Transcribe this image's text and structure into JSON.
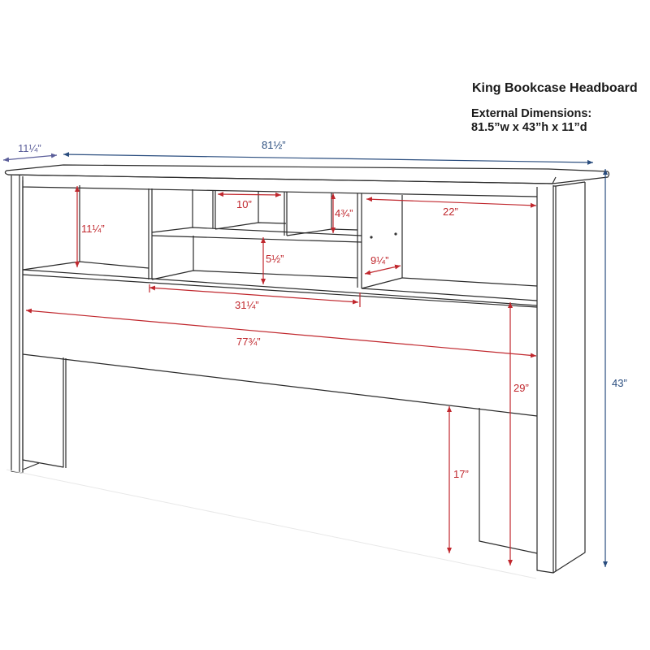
{
  "header": {
    "title": "King Bookcase Headboard",
    "external_label": "External Dimensions:",
    "external_value": "81.5”w x 43”h x 11”d"
  },
  "colors": {
    "interior_dimension": "#c0272d",
    "exterior_dimension": "#2a4d7e",
    "depth_dimension": "#5b5e9a",
    "outline": "#2b2b2b"
  },
  "dimensions": {
    "depth": "11¼”",
    "width": "81½”",
    "height": "43”",
    "left_cubby_height": "11¼”",
    "small_cubby_width": "10”",
    "small_cubby_height": "4¾”",
    "center_shelf_height": "5½”",
    "divider_depth": "9¼”",
    "right_cubby_width": "22”",
    "center_section_width": "31¼”",
    "inner_width": "77¾”",
    "shelf_floor_height": "29”",
    "leg_clearance": "17”"
  }
}
